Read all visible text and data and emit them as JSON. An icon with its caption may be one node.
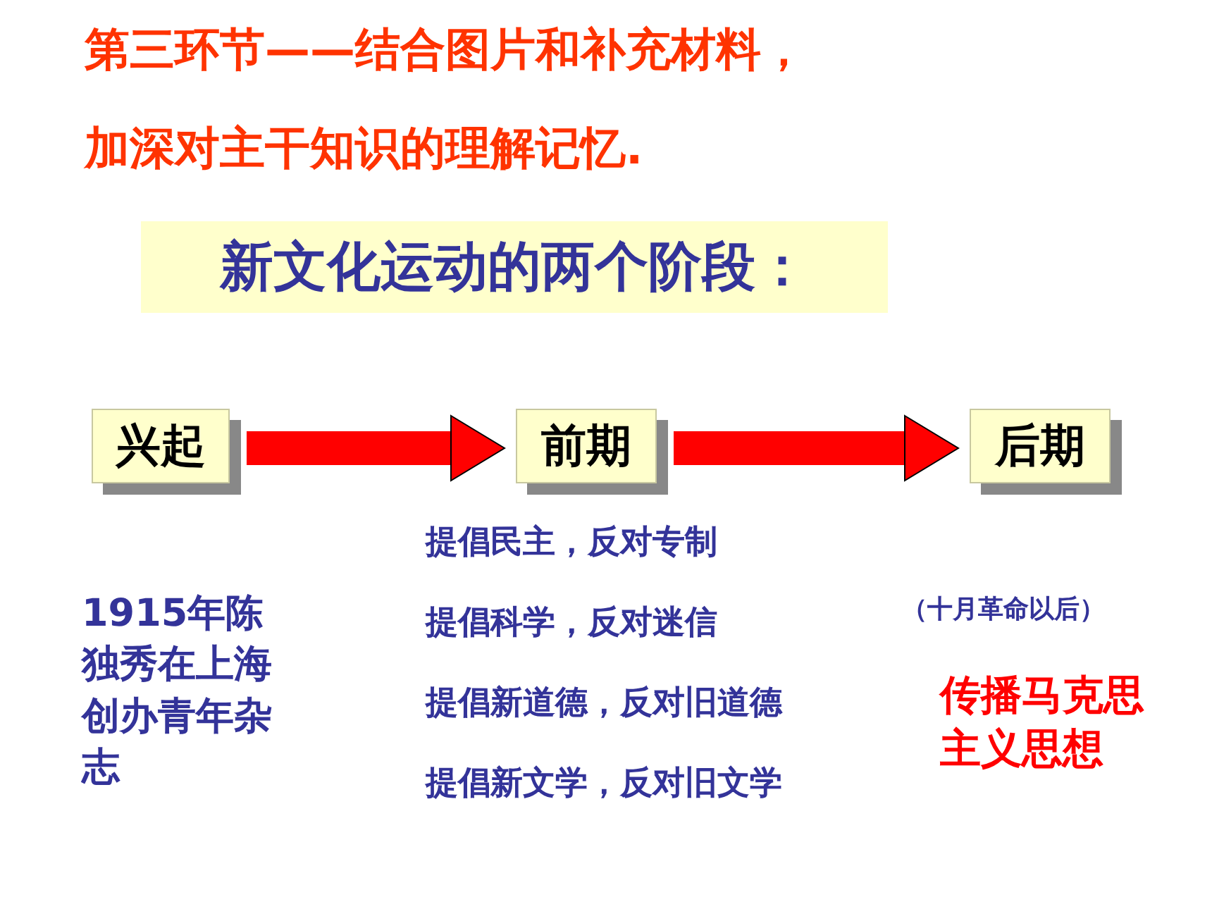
{
  "diagram": {
    "title": "第三环节——结合图片和补充材料，加深对主干知识的理解记忆.",
    "nodes": [
      {
        "text": [
          "新文化运动的两个阶段："
        ]
      },
      {
        "text": [
          "兴起"
        ],
        "beside": [
          "1915年陈独秀在上海创办青年杂志"
        ]
      },
      {
        "text": [
          "前期"
        ],
        "beside": [
          "提倡民主，反对专制",
          "提倡科学，反对迷信",
          "提倡新道德，反对旧道德",
          "提倡新文学，反对旧文学"
        ]
      },
      {
        "text": [
          "后期"
        ],
        "beside": [
          "（十月革命以后）",
          "传播马克思主义思想"
        ]
      }
    ],
    "edges": [
      {
        "from": 1,
        "to": 2,
        "arrow": "to"
      },
      {
        "from": 2,
        "to": 3,
        "arrow": "to"
      }
    ]
  }
}
